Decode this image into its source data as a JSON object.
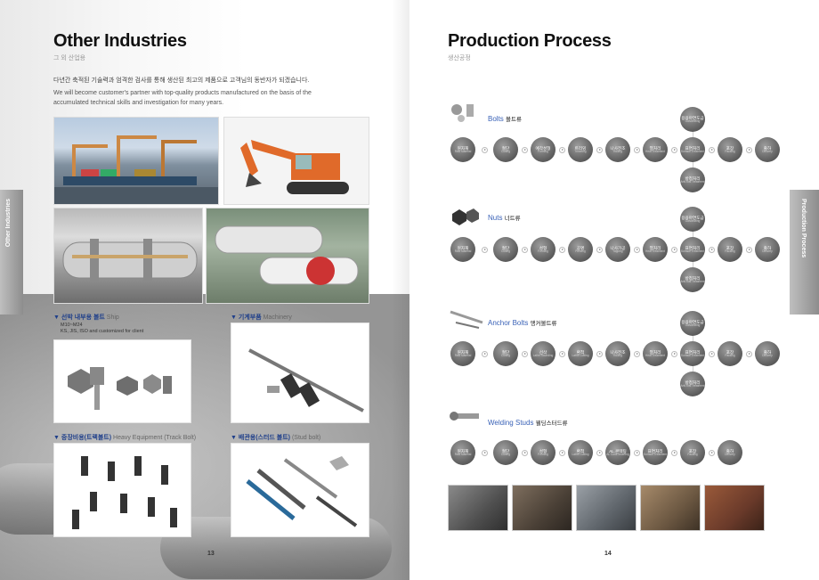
{
  "left": {
    "title": "Other Industries",
    "subtitle": "그 외 산업용",
    "intro_ko": "다년간 축적된 기술력과 엄격한 검사를 통해 생산된 최고의 제품으로 고객님의 동반자가 되겠습니다.",
    "intro_en": "We will become customer's partner with top-quality products manufactured on the basis of the accumulated technical skills and investigation for many years.",
    "side_tab": "Other Industries",
    "ship_label_ko": "▼ 선박 내부용 볼트",
    "ship_label_en": "Ship",
    "ship_spec_1": "M10~M24",
    "ship_spec_2": "KS, JIS, ISO and customized for client",
    "machinery_label_ko": "▼ 기계부품",
    "machinery_label_en": "Machinery",
    "heavy_label_ko": "▼ 중장비용(트랙볼트)",
    "heavy_label_en": "Heavy Equipment (Track Bolt)",
    "stud_label_ko": "▼ 배관용(스터드 볼트)",
    "stud_label_en": "(Stud bolt)",
    "page_number": "13"
  },
  "right": {
    "title": "Production Process",
    "subtitle": "생산공정",
    "side_tab": "Production Process",
    "page_number": "14",
    "sections": {
      "bolts": {
        "name_en": "Bolts",
        "name_ko": "볼트류"
      },
      "nuts": {
        "name_en": "Nuts",
        "name_ko": "너트류"
      },
      "anchor": {
        "name_en": "Anchor Bolts",
        "name_ko": "앵커볼트류"
      },
      "studs": {
        "name_en": "Welding Studs",
        "name_ko": "웰딩스터드류"
      }
    },
    "steps": {
      "raw": {
        "ko": "원자재",
        "en": "Raw Material"
      },
      "cutting": {
        "ko": "절단",
        "en": "Cutting"
      },
      "preforming": {
        "ko": "예각성형",
        "en": "Forming"
      },
      "forming": {
        "ko": "성형",
        "en": "Forming"
      },
      "trimming": {
        "ko": "트리밍",
        "en": "Trimming"
      },
      "piercing": {
        "ko": "공명",
        "en": "Piercing"
      },
      "rolling": {
        "ko": "나사전조",
        "en": "Rolling"
      },
      "tapping": {
        "ko": "나사가공",
        "en": "Tapping"
      },
      "heat": {
        "ko": "열처리",
        "en": "Heat Treatment"
      },
      "surface": {
        "ko": "표면처리",
        "en": "Surface Treatment"
      },
      "packing": {
        "ko": "포장",
        "en": "Packing"
      },
      "delivery": {
        "ko": "출하",
        "en": "Delivery"
      },
      "galvanizing": {
        "ko": "용융아연도금",
        "en": "Galvanizing"
      },
      "antirust": {
        "ko": "방청처리",
        "en": "Anti-rust Treatment"
      },
      "bending": {
        "ko": "절곡",
        "en": "Bending"
      },
      "rounding": {
        "ko": "선삭",
        "en": "Lathe Rounding"
      },
      "alarc": {
        "ko": "AL.콘텍팅",
        "en": "AL Cone Inserting"
      },
      "lathecut": {
        "ko": "환척",
        "en": "Lathe Cutting"
      }
    }
  }
}
